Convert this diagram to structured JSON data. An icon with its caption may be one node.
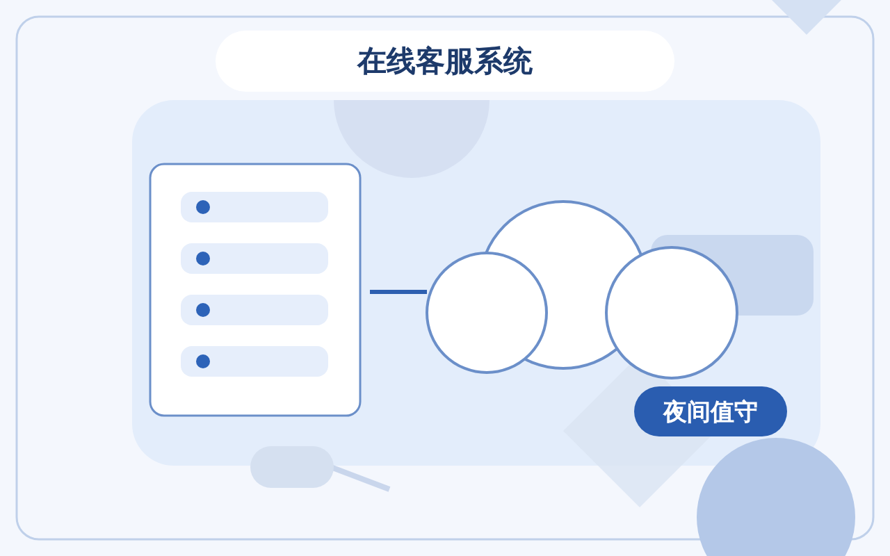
{
  "diagram": {
    "title": "在线客服系统",
    "nodes": [
      {
        "text": [],
        "shape": "box"
      },
      {
        "text": [],
        "shape": "cloud"
      },
      {
        "text": [
          "夜间值守"
        ]
      }
    ],
    "edges": [
      {
        "from": 0,
        "to": 1,
        "arrow": "none"
      }
    ]
  }
}
